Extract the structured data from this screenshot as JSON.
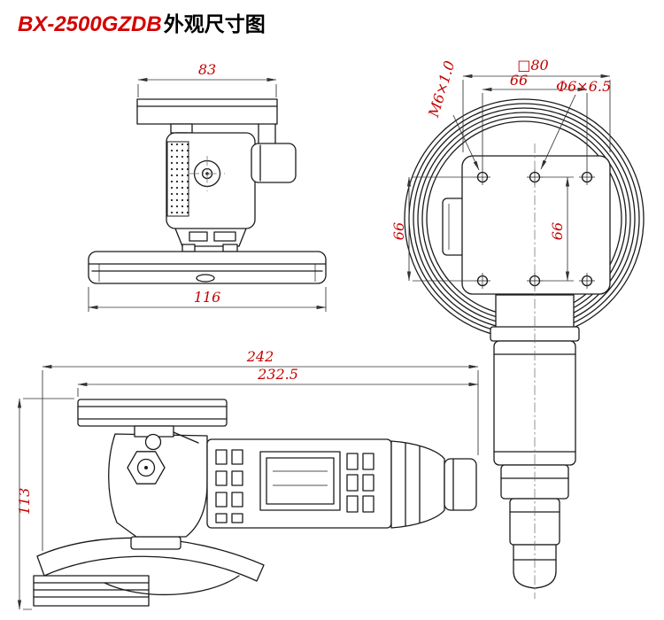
{
  "title": {
    "model": "BX-2500GZDB",
    "suffix": "外观尺寸图"
  },
  "colors": {
    "dimension_text": "#c40000",
    "title_red": "#d40000",
    "line": "#1a1a1a",
    "background": "#ffffff"
  },
  "views": {
    "front": {
      "dim_top_width": "83",
      "dim_bottom_width": "116"
    },
    "rear": {
      "dim_square": "□80",
      "dim_hole_spacing_top": "66",
      "dim_hole": "Φ6×6.5",
      "dim_thread": "M6×1.0",
      "dim_hole_spacing_left": "66",
      "dim_hole_spacing_right": "66"
    },
    "side": {
      "dim_overall_length": "242",
      "dim_body_length": "232.5",
      "dim_height": "113"
    }
  }
}
